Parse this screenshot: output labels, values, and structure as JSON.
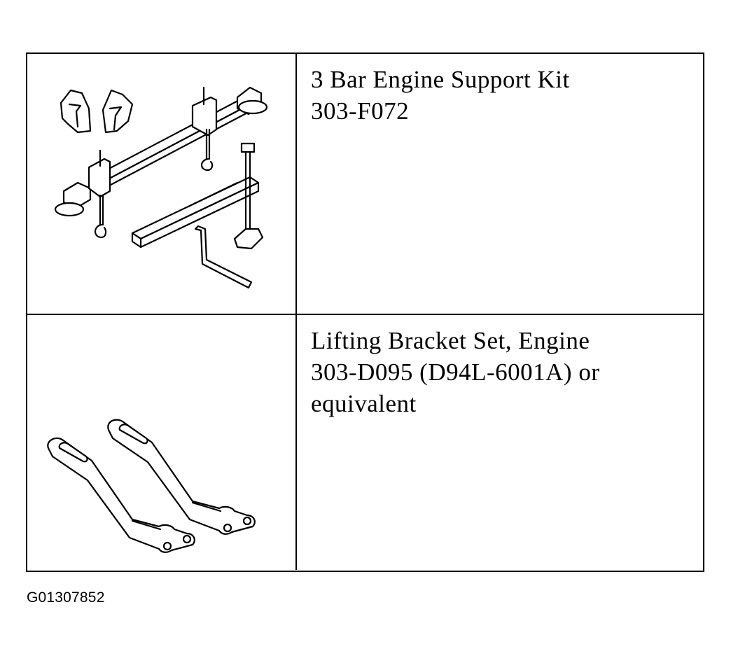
{
  "tools": [
    {
      "icon": "engine-support-kit-icon",
      "lines": [
        "3 Bar Engine Support Kit",
        "303-F072"
      ]
    },
    {
      "icon": "lifting-bracket-set-icon",
      "lines": [
        "Lifting Bracket Set, Engine",
        "303-D095 (D94L-6001A) or",
        "equivalent"
      ]
    }
  ],
  "figure_id": "G01307852"
}
